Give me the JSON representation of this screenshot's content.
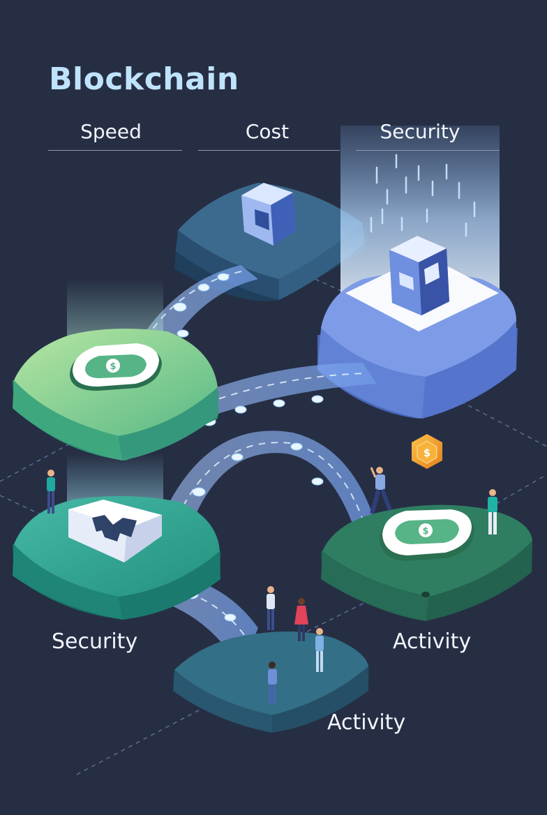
{
  "title": "Blockchain",
  "columns": [
    "Speed",
    "Cost",
    "Security"
  ],
  "labels": {
    "security": "Security",
    "activity_right": "Activity",
    "activity_bottom": "Activity"
  },
  "coin_symbol": "$",
  "colors": {
    "background": "#262e44",
    "title": "#bfe3fb",
    "text": "#f2f5fb",
    "green_platform": "#5fc08a",
    "teal_platform": "#2f9e8f",
    "blue_platform": "#6f8fe0",
    "dark_platform": "#3c6a8e",
    "coin": "#f1a533"
  }
}
